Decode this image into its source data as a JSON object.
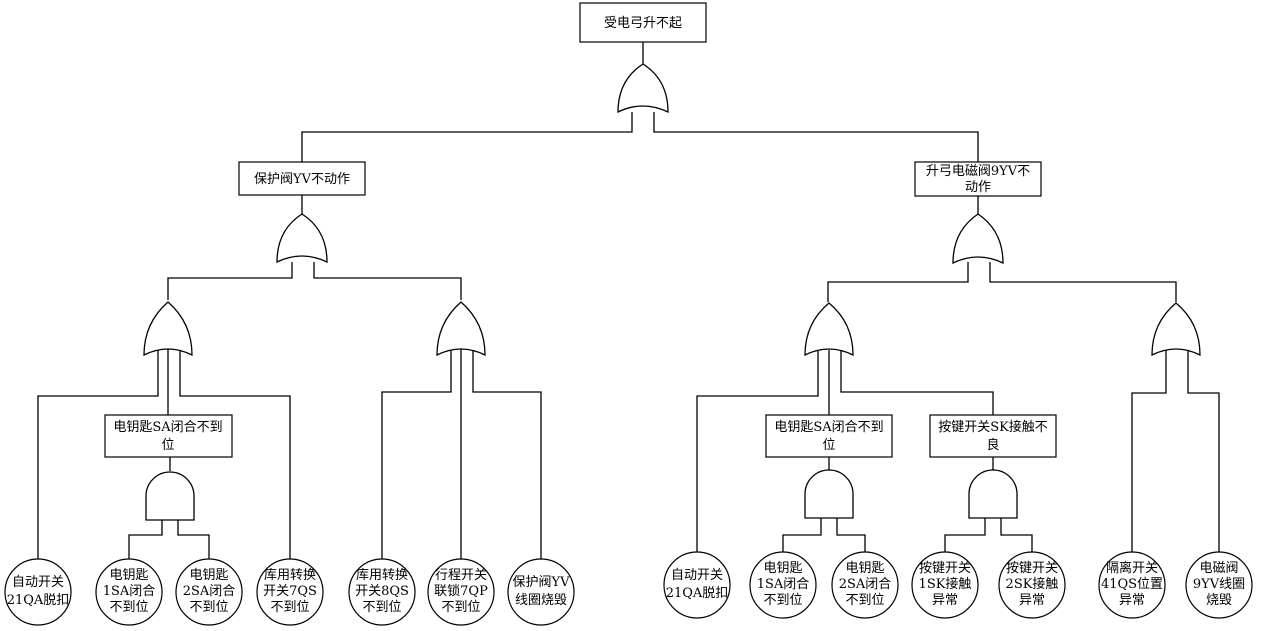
{
  "top_event": "受电弓升不起",
  "intermediate_events": {
    "left": "保护阀YV不动作",
    "right_line1": "升弓电磁阀9YV不",
    "right_line2": "动作",
    "left_key_line1": "电钥匙SA闭合不到",
    "left_key_line2": "位",
    "right_key_line1": "电钥匙SA闭合不到",
    "right_key_line2": "位",
    "button_line1": "按键开关SK接触不",
    "button_line2": "良"
  },
  "basic_events": [
    {
      "line1": "自动开关",
      "line2": "21QA脱扣",
      "line3": ""
    },
    {
      "line1": "电钥匙",
      "line2": "1SA闭合",
      "line3": "不到位"
    },
    {
      "line1": "电钥匙",
      "line2": "2SA闭合",
      "line3": "不到位"
    },
    {
      "line1": "库用转换",
      "line2": "开关7QS",
      "line3": "不到位"
    },
    {
      "line1": "库用转换",
      "line2": "开关8QS",
      "line3": "不到位"
    },
    {
      "line1": "行程开关",
      "line2": "联锁7QP",
      "line3": "不到位"
    },
    {
      "line1": "保护阀YV",
      "line2": "线圈烧毁",
      "line3": ""
    },
    {
      "line1": "自动开关",
      "line2": "21QA脱扣",
      "line3": ""
    },
    {
      "line1": "电钥匙",
      "line2": "1SA闭合",
      "line3": "不到位"
    },
    {
      "line1": "电钥匙",
      "line2": "2SA闭合",
      "line3": "不到位"
    },
    {
      "line1": "按键开关",
      "line2": "1SK接触",
      "line3": "异常"
    },
    {
      "line1": "按键开关",
      "line2": "2SK接触",
      "line3": "异常"
    },
    {
      "line1": "隔离开关",
      "line2": "41QS位置",
      "line3": "异常"
    },
    {
      "line1": "电磁阀",
      "line2": "9YV线圈",
      "line3": "烧毁"
    }
  ]
}
